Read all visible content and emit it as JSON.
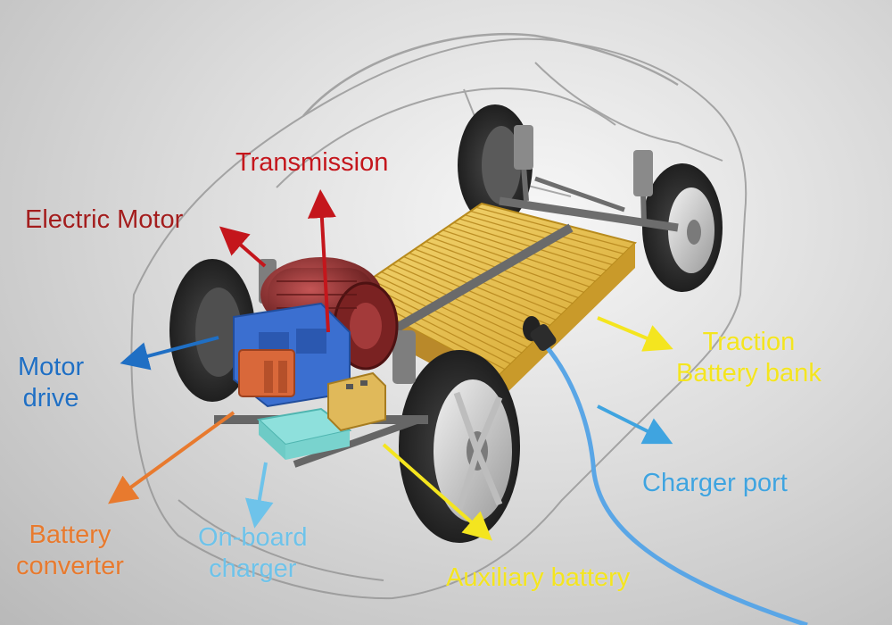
{
  "labels": {
    "transmission": {
      "text": "Transmission",
      "color": "#c4161c"
    },
    "electric_motor": {
      "text": "Electric Motor",
      "color": "#a31d1d"
    },
    "motor_drive": {
      "line1": "Motor",
      "line2": "drive",
      "color": "#1f6fc4"
    },
    "battery_converter": {
      "line1": "Battery",
      "line2": "converter",
      "color": "#e87a2e"
    },
    "onboard_charger": {
      "line1": "On-board",
      "line2": "charger",
      "color": "#6ec3ea"
    },
    "auxiliary_battery": {
      "text": "Auxiliary battery",
      "color": "#f4e51f"
    },
    "traction_battery": {
      "line1": "Traction",
      "line2": "Battery bank",
      "color": "#f4e51f"
    },
    "charger_port": {
      "text": "Charger port",
      "color": "#3fa4e0"
    }
  },
  "colors": {
    "battery_cells": "#e9c24a",
    "motor": "#8e2a2a",
    "motor_drive_box": "#3b6fd0",
    "converter_box": "#d9683a",
    "onboard_charger_box": "#8ee0dc",
    "aux_battery_box": "#e0b95a",
    "cable": "#5aa6e6"
  }
}
